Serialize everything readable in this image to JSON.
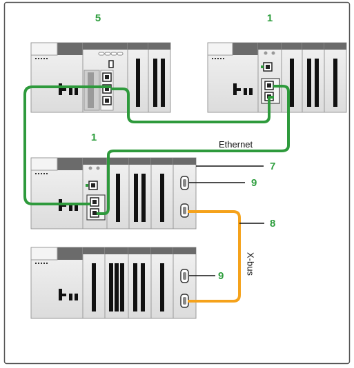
{
  "colors": {
    "ethernet_cable": "#2e9a3c",
    "xbus_cable": "#f5a21b",
    "callout_text": "#2e9e3e",
    "module_header": "#6b6b6b",
    "module_body": "#e6e6e6",
    "frame_border": "#555555"
  },
  "callouts": {
    "c5": "5",
    "c1_top": "1",
    "c1_mid": "1",
    "c7": "7",
    "c9_top": "9",
    "c8": "8",
    "c9_bottom": "9"
  },
  "labels": {
    "ethernet": "Ethernet",
    "xbus": "X-bus"
  },
  "racks": [
    {
      "name": "rack-top-left",
      "description": "CPU rack with embedded Ethernet processor (5)"
    },
    {
      "name": "rack-top-right",
      "description": "rack with Ethernet communication module (1)"
    },
    {
      "name": "rack-middle",
      "description": "rack with Ethernet module (1) and extender (7)"
    },
    {
      "name": "rack-bottom",
      "description": "extended rack"
    }
  ],
  "icons": {
    "rj45": "rj45-port-icon",
    "sub_d": "sub-d-connector-icon"
  }
}
